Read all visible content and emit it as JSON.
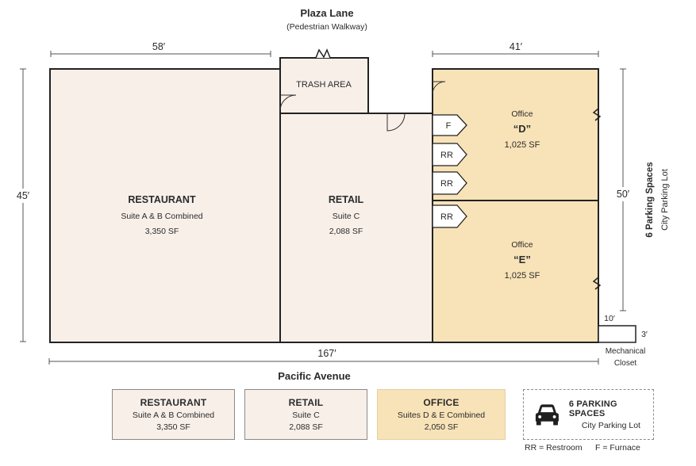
{
  "top_street": {
    "name": "Plaza Lane",
    "note": "(Pedestrian Walkway)"
  },
  "bottom_street": {
    "name": "Pacific Avenue"
  },
  "dimensions": {
    "restaurant_width": "58′",
    "office_width": "41′",
    "building_height": "45′",
    "office_height": "50′",
    "total_length": "167′",
    "mech_width": "10′",
    "mech_depth": "3′"
  },
  "rooms": {
    "restaurant": {
      "name": "RESTAURANT",
      "suite": "Suite A & B Combined",
      "area": "3,350 SF"
    },
    "retail": {
      "name": "RETAIL",
      "suite": "Suite C",
      "area": "2,088 SF"
    },
    "trash": {
      "name": "TRASH AREA"
    },
    "office_d": {
      "name": "Office",
      "letter": "“D”",
      "area": "1,025 SF"
    },
    "office_e": {
      "name": "Office",
      "letter": "“E”",
      "area": "1,025 SF"
    },
    "furnace": "F",
    "restroom_1": "RR",
    "restroom_2": "RR",
    "restroom_3": "RR",
    "mechanical": {
      "line1": "Mechanical",
      "line2": "Closet"
    }
  },
  "parking_side": {
    "title": "6 Parking Spaces",
    "subtitle": "City Parking Lot"
  },
  "legend": {
    "restaurant": {
      "title": "RESTAURANT",
      "sub": "Suite A & B Combined",
      "area": "3,350 SF"
    },
    "retail": {
      "title": "RETAIL",
      "sub": "Suite C",
      "area": "2,088 SF"
    },
    "office": {
      "title": "OFFICE",
      "sub": "Suites D & E Combined",
      "area": "2,050 SF"
    },
    "parking": {
      "title": "6 PARKING SPACES",
      "sub": "City Parking Lot",
      "icon": "car-icon"
    }
  },
  "footnotes": {
    "restroom": "RR = Restroom",
    "furnace": "F = Furnace"
  },
  "colors": {
    "retail_fill": "#f8efe9",
    "office_fill": "#f8e3b8",
    "wall": "#222222",
    "dim_line": "#555555"
  }
}
